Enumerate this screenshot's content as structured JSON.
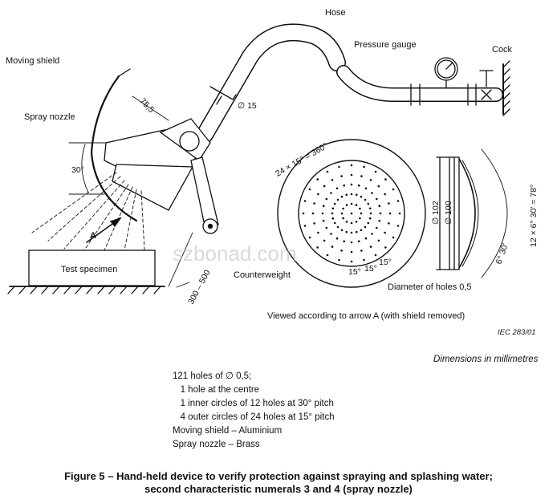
{
  "labels": {
    "hose": "Hose",
    "pressure_gauge": "Pressure gauge",
    "cock": "Cock",
    "moving_shield": "Moving shield",
    "spray_nozzle": "Spray nozzle",
    "counterweight": "Counterweight",
    "test_specimen": "Test specimen",
    "arrow_a": "A",
    "diameter_holes": "Diameter of holes 0,5",
    "viewed_according": "Viewed according to arrow A (with shield removed)",
    "iec_ref": "IEC   283/01",
    "watermark": "szbonad.com"
  },
  "dimensions": {
    "d15": "∅ 15",
    "len_755": "75,5",
    "angle_30": "30°",
    "range_300_500": "300 – 500",
    "pattern_24x15": "24 × 15° = 360°",
    "pitch_15_a": "15°",
    "pitch_15_b": "15°",
    "pitch_15_c": "15°",
    "d102": "∅ 102",
    "d100": "∅ 100",
    "pattern_12x6": "12 × 6° 30' = 78°",
    "angle_6_30": "6° 30'"
  },
  "units_note": "Dimensions in millimetres",
  "notes": [
    "121 holes of ∅ 0,5;",
    "   1 hole at the centre",
    "   1 inner circles of 12 holes at 30° pitch",
    "   4 outer circles of 24 holes at 15° pitch",
    "Moving shield – Aluminium",
    "Spray nozzle – Brass"
  ],
  "caption": {
    "line1": "Figure 5 – Hand-held device to verify protection against spraying and splashing water;",
    "line2": "second characteristic numerals 3 and 4 (spray nozzle)"
  }
}
